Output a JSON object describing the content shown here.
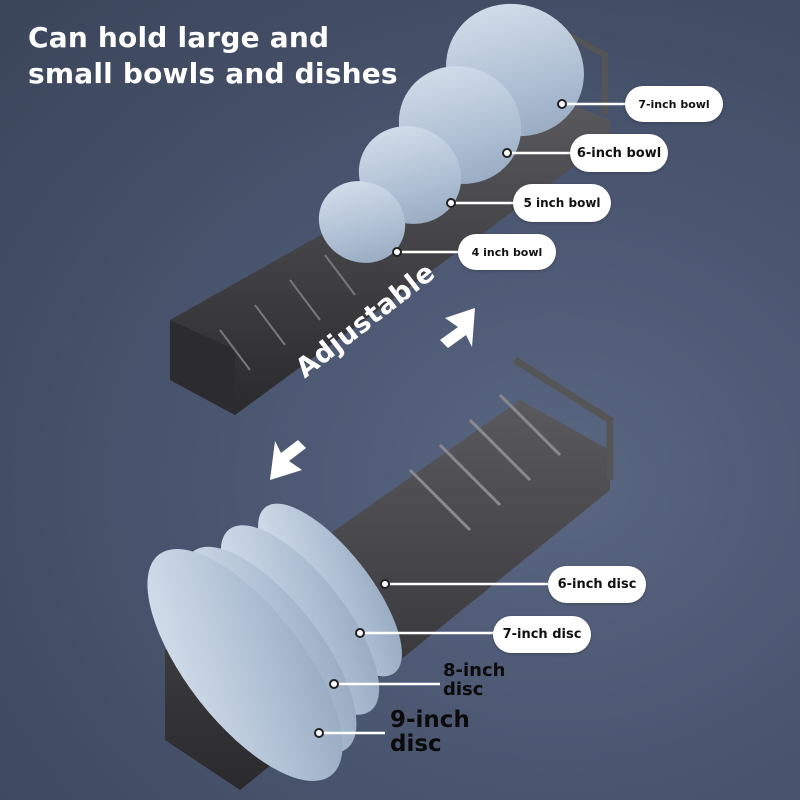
{
  "headline": {
    "line1": "Can hold large and",
    "line2": "small bowls and dishes"
  },
  "adjustable_label": "Adjustable",
  "bowl_labels": [
    {
      "text": "7-inch bowl"
    },
    {
      "text": "6-inch bowl"
    },
    {
      "text": "5 inch bowl"
    },
    {
      "text": "4 inch bowl"
    }
  ],
  "disc_labels": [
    {
      "text": "6-inch disc"
    },
    {
      "text": "7-inch disc"
    },
    {
      "text_line1": "8-inch",
      "text_line2": "disc"
    },
    {
      "text_line1": "9-inch",
      "text_line2": "disc"
    }
  ],
  "colors": {
    "background": "#4a5570",
    "rack": "#3a3a3c",
    "dish": "#b7c6d8",
    "label_bg": "#ffffff",
    "label_text": "#111111"
  }
}
